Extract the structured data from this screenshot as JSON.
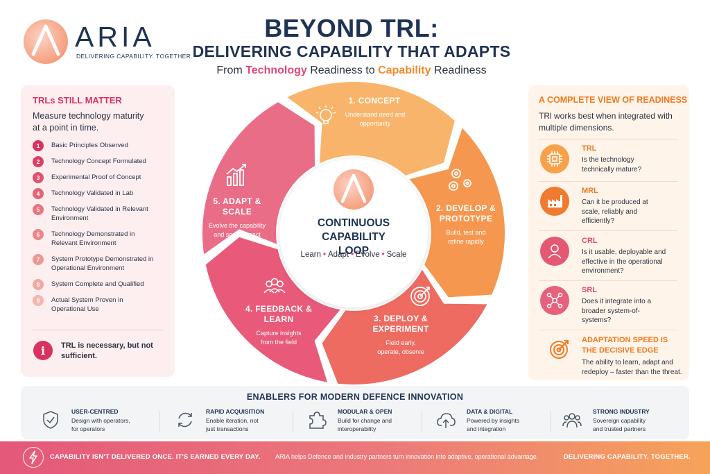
{
  "brand": {
    "name": "ARIA",
    "tagline": "DELIVERING CAPABILITY. TOGETHER."
  },
  "header": {
    "title_line1": "BEYOND TRL:",
    "title_line2": "DELIVERING CAPABILITY THAT ADAPTS",
    "subtitle_prefix": "From ",
    "subtitle_tech": "Technology",
    "subtitle_middle": " Readiness to ",
    "subtitle_cap": "Capability",
    "subtitle_suffix": " Readiness"
  },
  "left_panel": {
    "heading": "TRLs STILL MATTER",
    "description": "Measure technology maturity at a point in time.",
    "trl_levels": [
      {
        "num": "1",
        "label": "Basic Principles Observed"
      },
      {
        "num": "2",
        "label": "Technology Concept Formulated"
      },
      {
        "num": "3",
        "label": "Experimental Proof of Concept"
      },
      {
        "num": "4",
        "label": "Technology Validated in Lab"
      },
      {
        "num": "5",
        "label": "Technology Validated in Relevant Environment"
      },
      {
        "num": "6",
        "label": "Technology Demonstrated in Relevant Environment"
      },
      {
        "num": "7",
        "label": "System Prototype Demonstrated in Operational Environment"
      },
      {
        "num": "8",
        "label": "System Complete and Qualified"
      },
      {
        "num": "9",
        "label": "Actual System Proven in Operational Use"
      }
    ],
    "trl_colors": [
      "#d8325f",
      "#dc3f66",
      "#e0506f",
      "#e46377",
      "#e87580",
      "#ec8789",
      "#ef9893",
      "#f2a8a0",
      "#f4b6ad"
    ],
    "note": "TRL is necessary, but not sufficient."
  },
  "loop": {
    "center_title": "CONTINUOUS CAPABILITY LOOP",
    "center_words": [
      "Learn",
      "Adapt",
      "Evolve",
      "Scale"
    ],
    "segments": [
      {
        "title": "1. CONCEPT",
        "desc": "Understand need and opportunity",
        "icon": "lightbulb-icon",
        "color": "#f8b46a"
      },
      {
        "title": "2. DEVELOP & PROTOTYPE",
        "desc": "Build, test and refine rapidly",
        "icon": "gears-icon",
        "color": "#f5974f"
      },
      {
        "title": "3. DEPLOY & EXPERIMENT",
        "desc": "Field early, operate, observe",
        "icon": "target-icon",
        "color": "#ee6b61"
      },
      {
        "title": "4. FEEDBACK & LEARN",
        "desc": "Capture insights from the field",
        "icon": "people-icon",
        "color": "#e95a7a"
      },
      {
        "title": "5. ADAPT & SCALE",
        "desc": "Evolve the capability and scale impact",
        "icon": "growth-chart-icon",
        "color": "#ea6d88"
      }
    ]
  },
  "right_panel": {
    "heading": "A COMPLETE VIEW OF READINESS",
    "description": "TRl works best when integrated with multiple dimensions.",
    "levels": [
      {
        "label": "TRL",
        "desc": "Is the technology technically mature?",
        "icon": "chip-icon",
        "color": "#f7a24a"
      },
      {
        "label": "MRL",
        "desc": "Can it be produced at scale, reliably and efficiently?",
        "icon": "factory-icon",
        "color": "#f07a2d"
      },
      {
        "label": "CRL",
        "desc": "Is it usable, deployable and effective in the operational environment?",
        "icon": "user-icon",
        "color": "#e45873"
      },
      {
        "label": "SRL",
        "desc": "Does it integrate into a broader system-of-systems?",
        "icon": "network-icon",
        "color": "#e5617c"
      }
    ],
    "speed_head": "ADAPTATION SPEED IS THE DECISIVE EDGE",
    "speed_desc": "The ability to learn, adapt and redeploy – faster than the threat."
  },
  "enablers": {
    "title": "ENABLERS FOR MODERN DEFENCE INNOVATION",
    "items": [
      {
        "name": "USER-CENTRED",
        "desc": "Design with operators, for operators",
        "icon": "shield-check-icon"
      },
      {
        "name": "RAPID ACQUISITION",
        "desc": "Enable iteration, not just transactions",
        "icon": "cycle-arrows-icon"
      },
      {
        "name": "MODULAR & OPEN",
        "desc": "Build for change and interoperability",
        "icon": "puzzle-icon"
      },
      {
        "name": "DATA & DIGITAL",
        "desc": "Powered by insights and integration",
        "icon": "cloud-upload-icon"
      },
      {
        "name": "STRONG INDUSTRY",
        "desc": "Sovereign capability and trusted partners",
        "icon": "team-icon"
      }
    ]
  },
  "footer": {
    "main": "CAPABILITY ISN'T DELIVERED ONCE. IT'S EARNED EVERY DAY.",
    "sub": "ARIA helps Defence and industry partners turn innovation into adaptive, operational advantage.",
    "right": "DELIVERING CAPABILITY. TOGETHER."
  }
}
